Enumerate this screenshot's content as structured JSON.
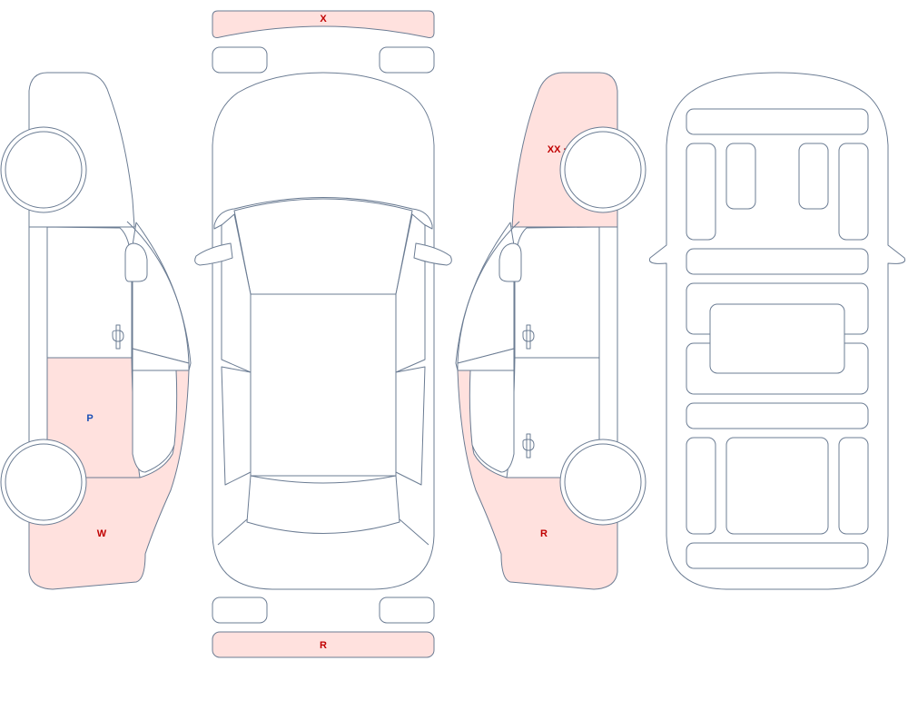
{
  "colors": {
    "outline": "#6b7c93",
    "damage_fill": "#ffe1de",
    "label_red": "#c00000",
    "label_blue": "#1a4fb5",
    "background": "#ffffff"
  },
  "labels": {
    "front_bumper": "X",
    "rear_bumper": "R",
    "left_rear_door": "P",
    "left_rear_quarter": "W",
    "right_front_fender": "XX · R",
    "right_rear_quarter": "R"
  }
}
